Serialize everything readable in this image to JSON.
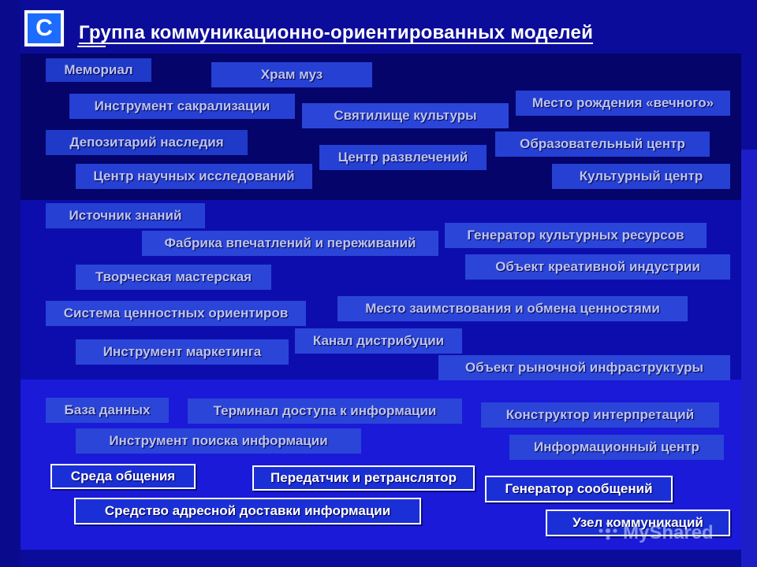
{
  "logo": {
    "letter": "С"
  },
  "title": "Группа коммуникационно-ориентированных моделей",
  "band1": [
    "Мемориал",
    "Храм муз",
    "Инструмент сакрализации",
    "Святилище культуры",
    "Место рождения «вечного»",
    "Депозитарий наследия",
    "Центр развлечений",
    "Образовательный центр",
    "Центр научных исследований",
    "Культурный центр"
  ],
  "band2": [
    "Источник знаний",
    "Фабрика впечатлений и переживаний",
    "Генератор культурных ресурсов",
    "Творческая мастерская",
    "Объект креативной индустрии",
    "Система ценностных ориентиров",
    "Место заимствования и обмена ценностями",
    "Канал дистрибуции",
    "Инструмент маркетинга",
    "Объект рыночной инфраструктуры"
  ],
  "band3": [
    "База данных",
    "Терминал доступа к информации",
    "Конструктор интерпретаций",
    "Инструмент поиска информации",
    "Информационный центр"
  ],
  "highlighted": [
    "Среда общения",
    "Передатчик и ретранслятор",
    "Генератор сообщений",
    "Средство адресной доставки информации",
    "Узел коммуникаций"
  ],
  "watermark": {
    "text": "MyShared",
    "icon": "myshared-logo-icon"
  },
  "colors": {
    "band_top": "#04046a",
    "band_middle": "#0d0dae",
    "band_bottom": "#1a1ad8",
    "pill": "#2640d4",
    "highlight_border": "#ffffff"
  }
}
